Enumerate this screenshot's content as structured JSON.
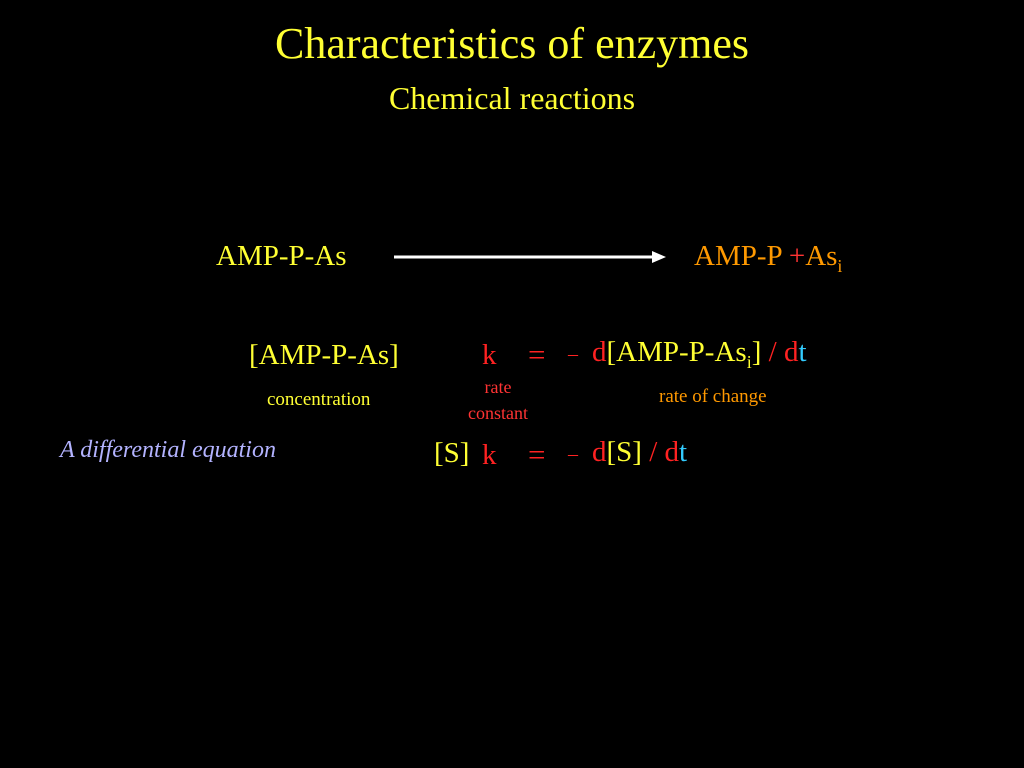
{
  "slide": {
    "title": "Characteristics of enzymes",
    "subtitle": "Chemical reactions"
  },
  "reaction": {
    "reactant": "AMP-P-As",
    "product_main": "AMP-P",
    "plus": "+",
    "product_second": "As",
    "product_subscript": "i",
    "arrow_icon": "right-arrow-icon"
  },
  "equation1": {
    "concentration": "[AMP-P-As]",
    "k": "k",
    "equals": "=",
    "minus": "–",
    "d": "d",
    "species": "[AMP-P-As",
    "species_subscript": "i",
    "species_close": "]",
    "slash": " / ",
    "d2": "d",
    "t": "t"
  },
  "labels": {
    "concentration": "concentration",
    "rate_line1": "rate",
    "rate_line2": "constant",
    "rate_of_change": "rate of change",
    "differential": "A differential equation"
  },
  "equation2": {
    "s_term": "[S]",
    "k": "k",
    "equals": "=",
    "minus": "–",
    "d": "d",
    "species": "[S]",
    "slash": " / ",
    "d2": "d",
    "t": "t"
  },
  "colors": {
    "background": "#000000",
    "yellow": "#ffff33",
    "red": "#ff2222",
    "orange": "#ff9900",
    "cyan": "#33ccff",
    "lavender": "#b3b3ff",
    "arrow": "#ffffff"
  }
}
